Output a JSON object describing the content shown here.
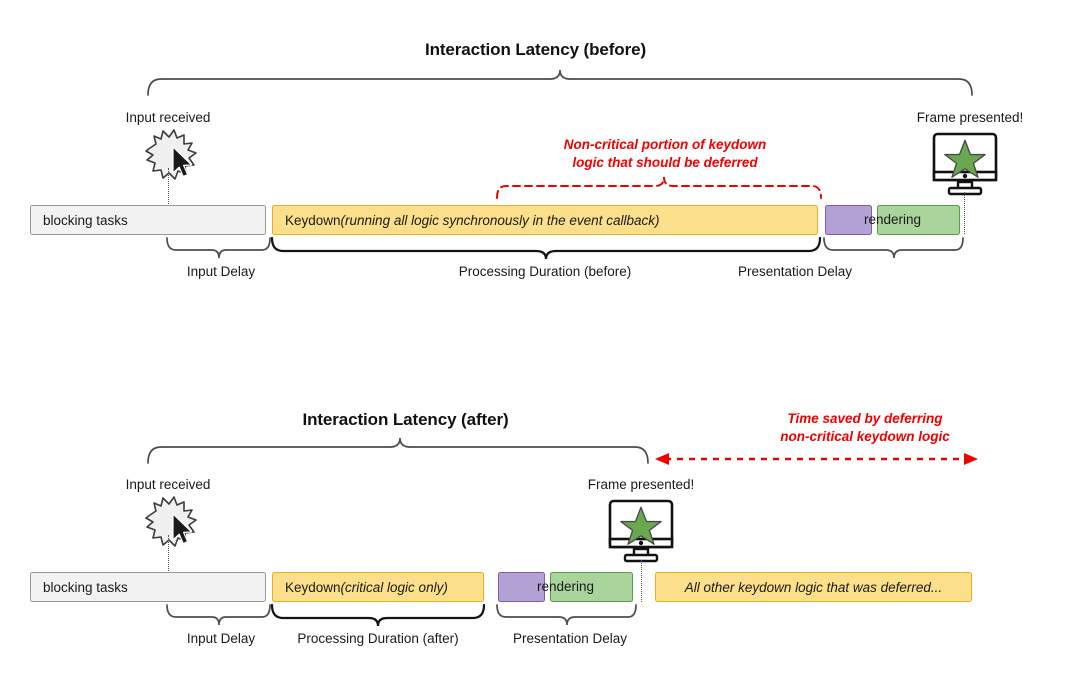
{
  "diagrams": [
    {
      "id": "before",
      "title": "Interaction Latency (before)",
      "input_label": "Input received",
      "frame_label": "Frame presented!",
      "red_note_line1": "Non-critical portion of keydown",
      "red_note_line2": "logic that should be deferred",
      "bars": [
        {
          "name": "blocking-tasks",
          "label": "blocking tasks"
        },
        {
          "name": "keydown",
          "label_main": "Keydown ",
          "label_em": "(running all logic synchronously in the event callback)"
        },
        {
          "name": "pre-render",
          "label": ""
        },
        {
          "name": "render",
          "label": ""
        }
      ],
      "rendering_label": "rendering",
      "phases": [
        {
          "name": "input-delay",
          "label": "Input Delay"
        },
        {
          "name": "processing-duration",
          "label": "Processing Duration (before)"
        },
        {
          "name": "presentation-delay",
          "label": "Presentation Delay"
        }
      ]
    },
    {
      "id": "after",
      "title": "Interaction Latency (after)",
      "input_label": "Input received",
      "frame_label": "Frame presented!",
      "red_note_line1": "Time saved by deferring",
      "red_note_line2": "non-critical keydown logic",
      "bars": [
        {
          "name": "blocking-tasks",
          "label": "blocking tasks"
        },
        {
          "name": "keydown",
          "label_main": "Keydown ",
          "label_em": "(critical logic only)"
        },
        {
          "name": "pre-render",
          "label": ""
        },
        {
          "name": "render",
          "label": ""
        },
        {
          "name": "deferred-work",
          "label": "All other keydown logic that was deferred..."
        }
      ],
      "rendering_label": "rendering",
      "phases": [
        {
          "name": "input-delay",
          "label": "Input Delay"
        },
        {
          "name": "processing-duration",
          "label": "Processing Duration (after)"
        },
        {
          "name": "presentation-delay",
          "label": "Presentation Delay"
        }
      ]
    }
  ],
  "colors": {
    "keydown_fill": "#fcdf8a",
    "keydown_stroke": "#e8ad2a",
    "blocking_fill": "#f2f2f2",
    "blocking_stroke": "#999999",
    "purple_fill": "#b3a1d6",
    "purple_stroke": "#7b5fad",
    "green_fill": "#a9d49b",
    "green_stroke": "#5a9e48",
    "annotation_red": "#ef0000",
    "star_green": "#6aa84f",
    "brace_gray": "#4d4d4d"
  },
  "icons": {
    "burst": "input-burst-icon",
    "cursor": "mouse-cursor-icon",
    "monitor": "monitor-icon",
    "star": "star-icon"
  }
}
